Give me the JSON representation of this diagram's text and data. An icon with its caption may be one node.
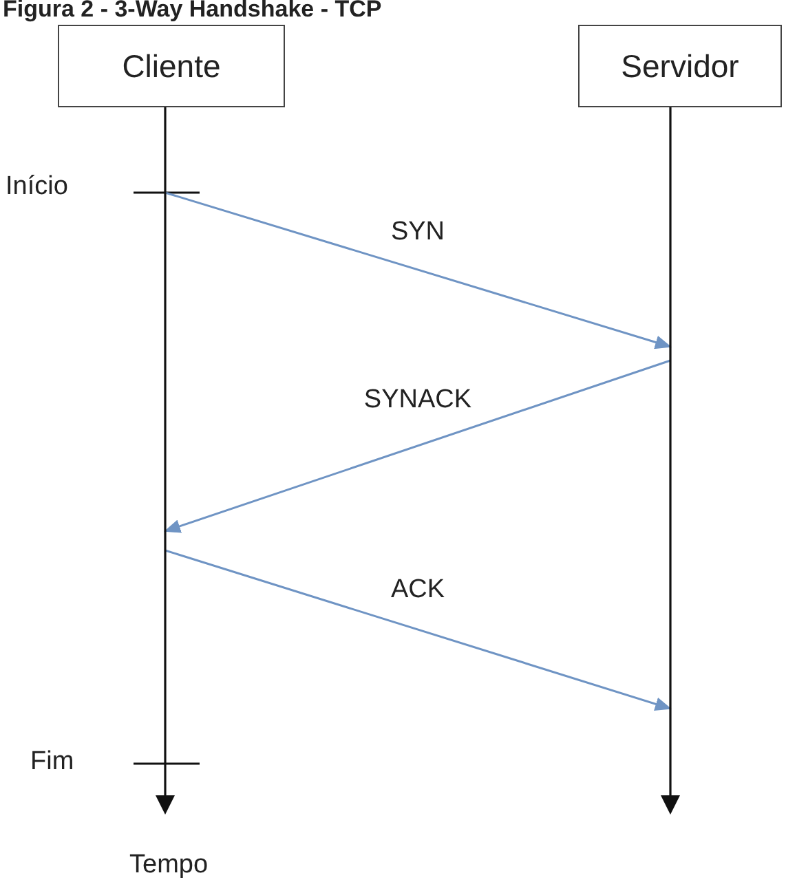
{
  "diagram": {
    "title": "Figura 2 - 3-Way Handshake - TCP",
    "nodes": [
      {
        "text": [
          "Cliente"
        ]
      },
      {
        "text": [
          "Servidor"
        ]
      }
    ],
    "edges": [
      {
        "from": 0,
        "to": 1,
        "arrow": "to",
        "label": "SYN"
      },
      {
        "from": 1,
        "to": 0,
        "arrow": "to",
        "label": "SYNACK"
      },
      {
        "from": 0,
        "to": 1,
        "arrow": "to",
        "label": "ACK"
      }
    ],
    "labels": [
      "Início",
      "Fim",
      "Tempo"
    ]
  }
}
